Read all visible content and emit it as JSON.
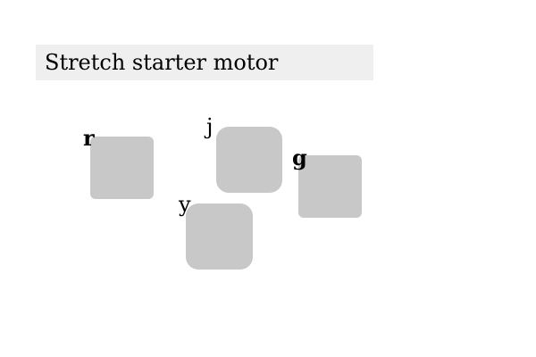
{
  "header": {
    "title": "Stretch starter motor"
  },
  "tiles": [
    {
      "id": "r",
      "label": "r"
    },
    {
      "id": "j",
      "label": "j"
    },
    {
      "id": "g",
      "label": "g"
    },
    {
      "id": "y",
      "label": "y"
    }
  ],
  "colors": {
    "title_background": "#efefef",
    "tile_fill": "#c8c8c8",
    "text": "#000000"
  }
}
